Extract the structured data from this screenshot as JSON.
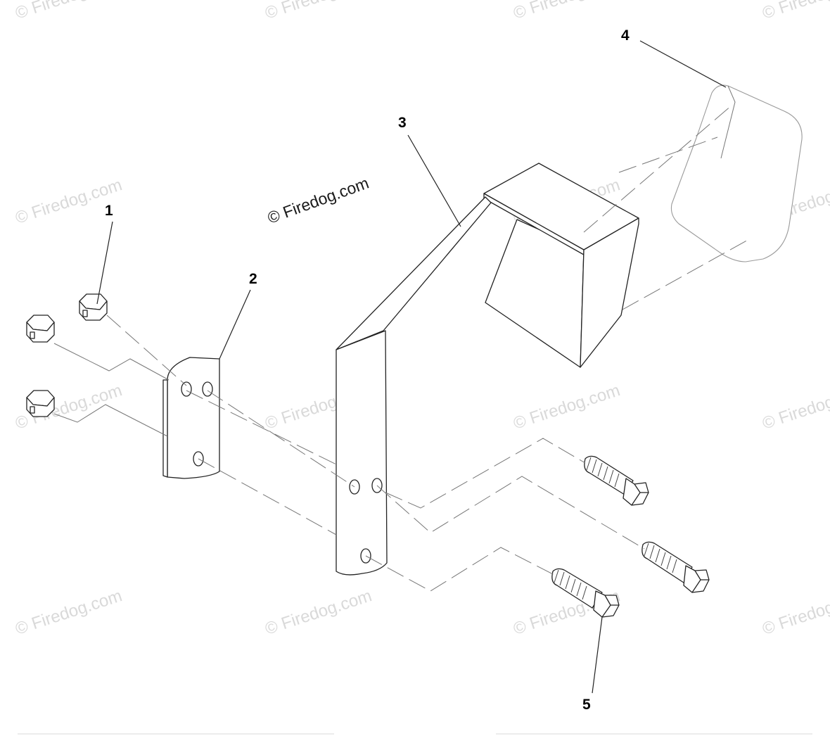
{
  "watermark": {
    "main_text": "© Firedog.com",
    "repeat_text": "© Firedog.com"
  },
  "callouts": [
    {
      "number": "1",
      "part": "nut"
    },
    {
      "number": "2",
      "part": "mounting-plate"
    },
    {
      "number": "3",
      "part": "bracket"
    },
    {
      "number": "4",
      "part": "pad"
    },
    {
      "number": "5",
      "part": "bolt"
    }
  ]
}
